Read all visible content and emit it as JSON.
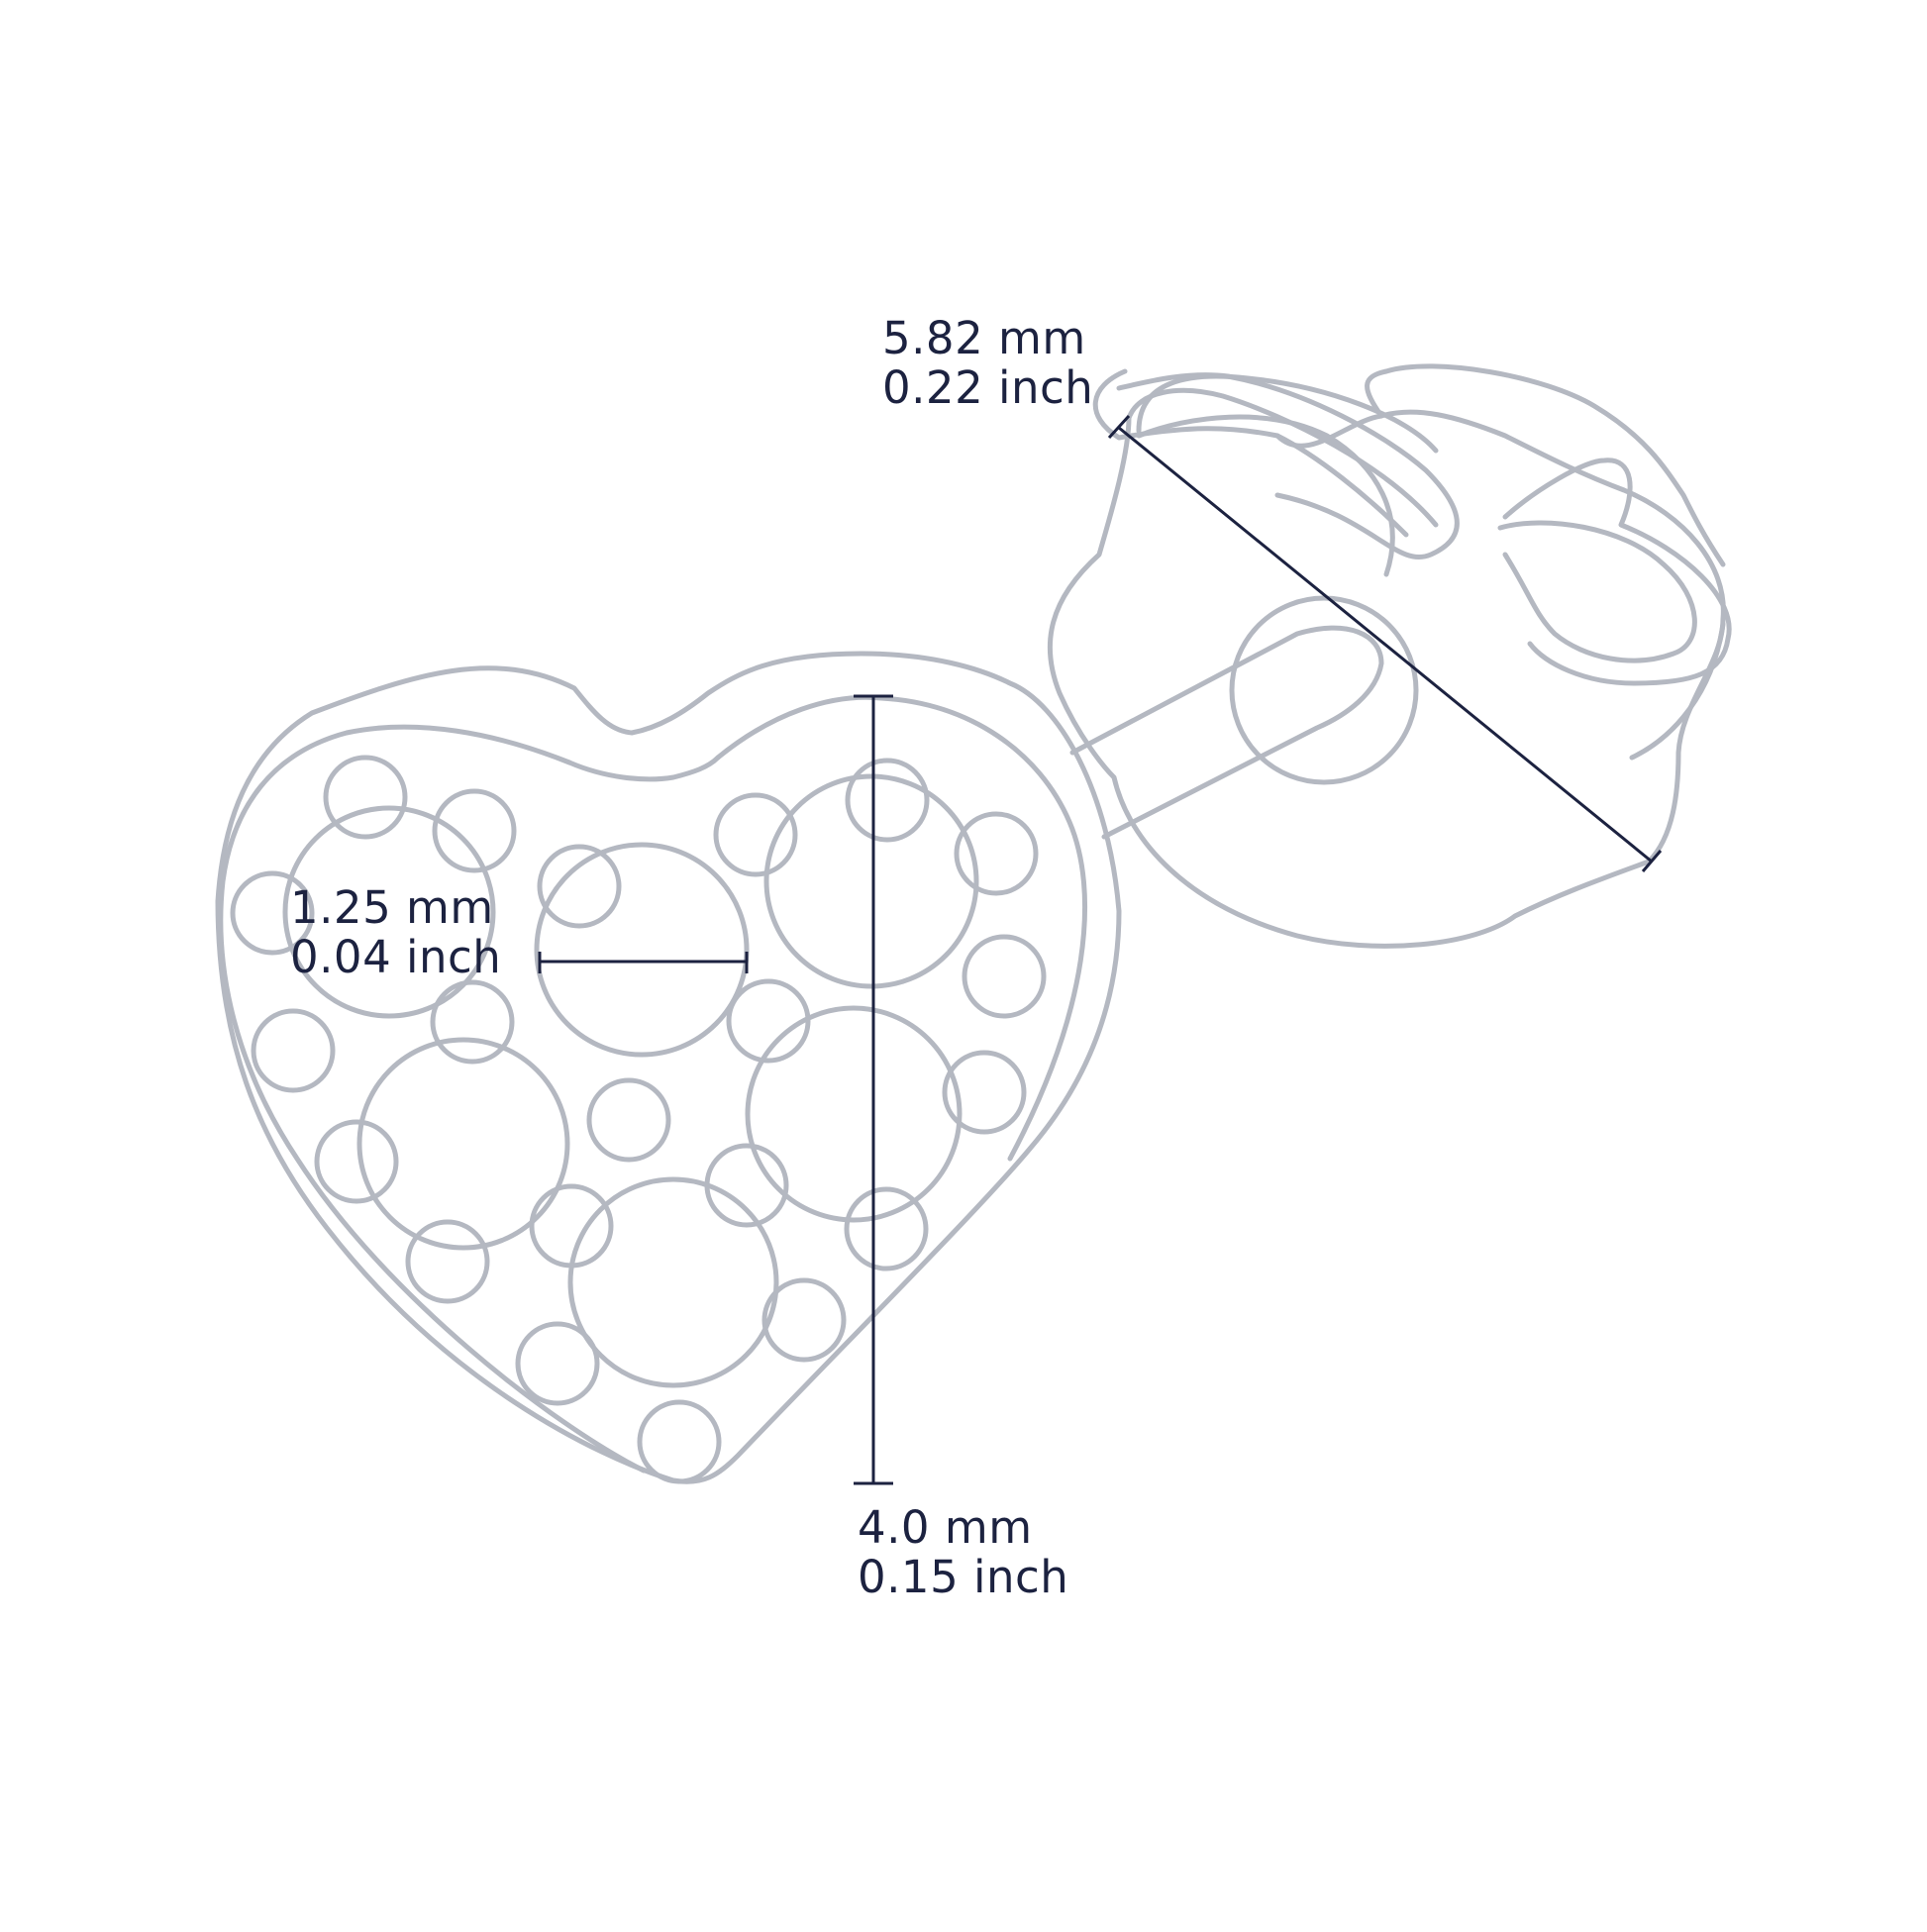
{
  "colors": {
    "outline": "#b4b8c1",
    "dimension": "#1c2240",
    "background": "#ffffff"
  },
  "dimensions": {
    "diagonal": {
      "mm": "5.82 mm",
      "inch": "0.22 inch"
    },
    "stone": {
      "mm": "1.25 mm",
      "inch": "0.04 inch"
    },
    "height": {
      "mm": "4.0 mm",
      "inch": "0.15 inch"
    }
  }
}
